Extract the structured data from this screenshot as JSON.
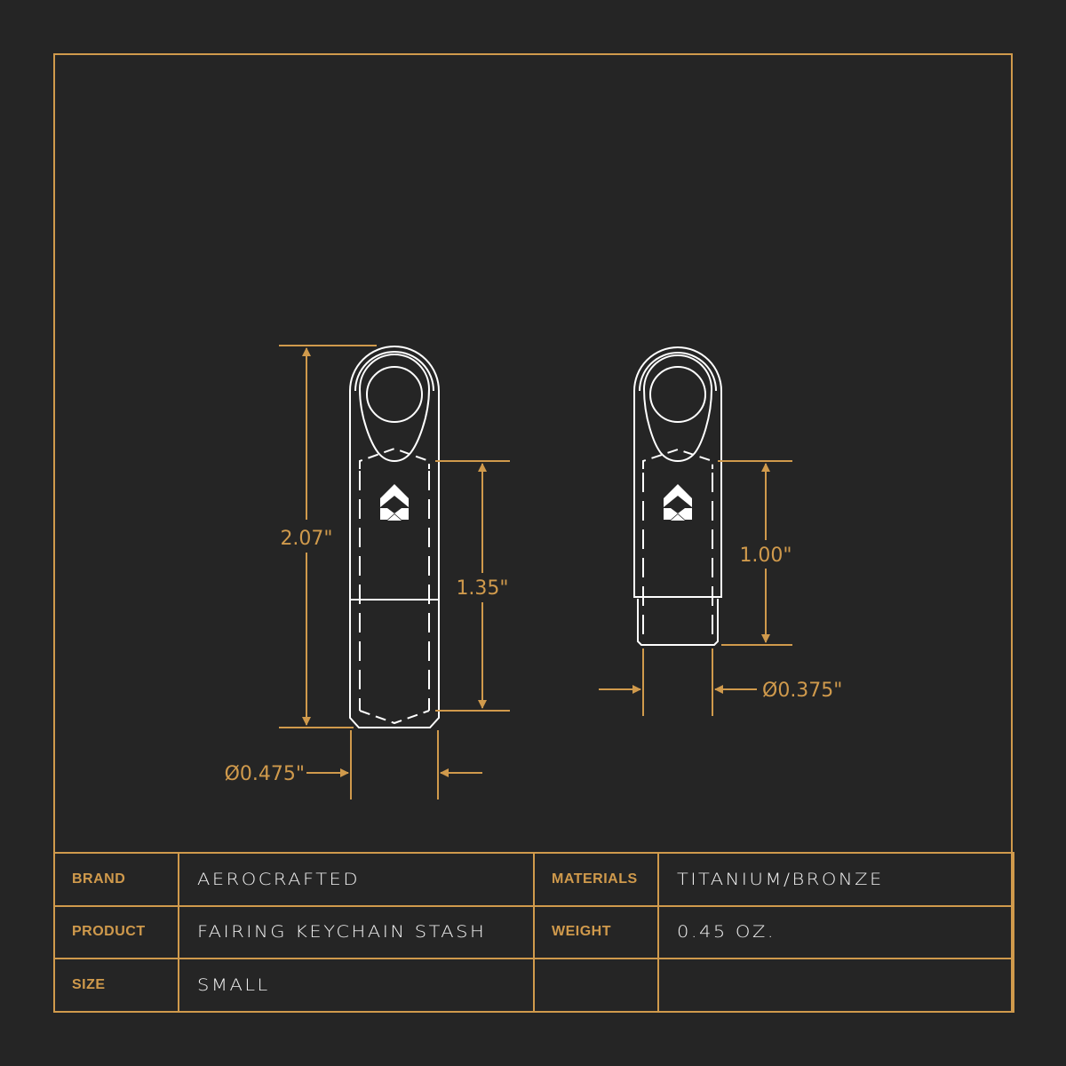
{
  "drawing": {
    "colors": {
      "background": "#252525",
      "accent": "#d09a4c",
      "line": "#ffffff"
    },
    "large_part": {
      "overall_length": "2.07\"",
      "stash_length": "1.35\"",
      "diameter": "Ø0.475\""
    },
    "small_part": {
      "stash_length": "1.00\"",
      "diameter": "Ø0.375\""
    },
    "logo_icon": "aerocrafted-chevron-logo"
  },
  "specs": {
    "rows": [
      {
        "label1": "BRAND",
        "value1": "AEROCRAFTED",
        "label2": "MATERIALS",
        "value2": "TITANIUM/BRONZE"
      },
      {
        "label1": "PRODUCT",
        "value1": "FAIRING KEYCHAIN STASH",
        "label2": "WEIGHT",
        "value2": "0.45 OZ."
      },
      {
        "label1": "SIZE",
        "value1": "SMALL",
        "label2": "",
        "value2": ""
      }
    ]
  }
}
